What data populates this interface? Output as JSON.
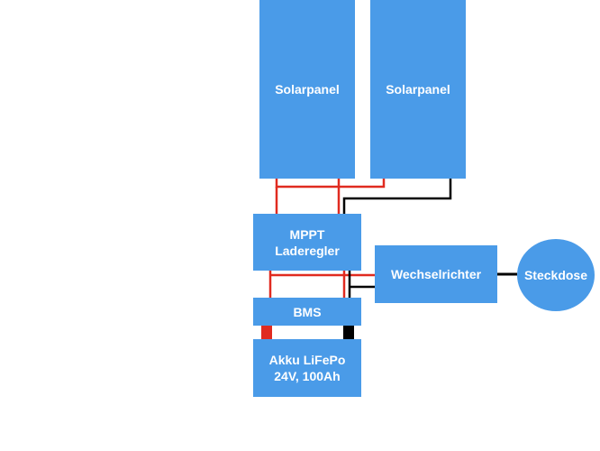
{
  "colors": {
    "box": "#4a9be8",
    "wire_positive": "#e02b20",
    "wire_negative": "#000000"
  },
  "nodes": {
    "solarpanel_1": "Solarpanel",
    "solarpanel_2": "Solarpanel",
    "mppt": "MPPT\nLaderegler",
    "wechselrichter": "Wechselrichter",
    "steckdose": "Steckdose",
    "bms": "BMS",
    "akku": "Akku LiFePo\n24V, 100Ah"
  }
}
